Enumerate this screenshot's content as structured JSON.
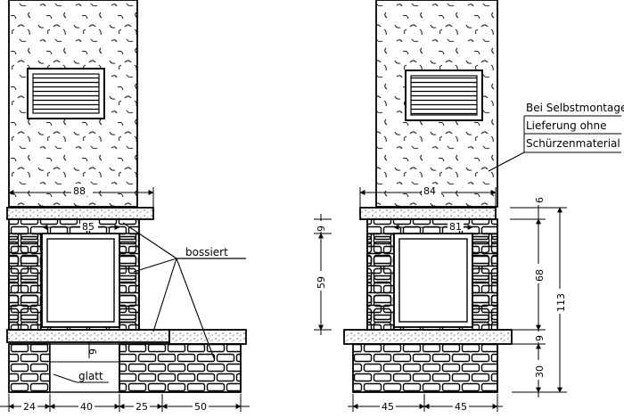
{
  "left_elevation": {
    "dims": {
      "chimney_width": "88",
      "opening_width": "85",
      "bottom_1": "24",
      "bottom_2": "40",
      "bottom_3": "25",
      "bottom_4": "50"
    },
    "labels": {
      "bossiert": "bossiert",
      "glatt": "glatt"
    },
    "small_9": "9"
  },
  "right_elevation": {
    "dims": {
      "chimney_width": "84",
      "opening_width": "81",
      "bottom_1": "45",
      "bottom_2": "45",
      "height_59": "59",
      "height_9_top": "9",
      "height_6": "6",
      "height_68": "68",
      "height_113": "113",
      "height_9_mid": "9",
      "height_30": "30"
    }
  },
  "note": {
    "line1": "Bei Selbstmontage:",
    "line2": "Lieferung ohne",
    "line3": "Schürzenmaterial !"
  }
}
